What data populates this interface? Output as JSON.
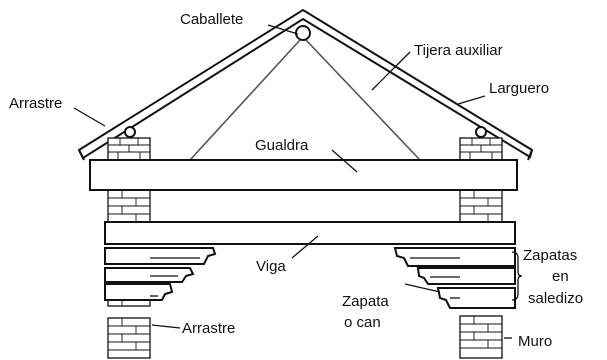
{
  "labels": {
    "caballete": "Caballete",
    "tijera_auxiliar": "Tijera auxiliar",
    "larguero": "Larguero",
    "arrastre_top": "Arrastre",
    "gualdra": "Gualdra",
    "viga": "Viga",
    "zapatas_line1": "Zapatas",
    "zapatas_line2": "en",
    "zapatas_line3": "saledizo",
    "zapata_line1": "Zapata",
    "zapata_line2": "o can",
    "arrastre_bottom": "Arrastre",
    "muro": "Muro"
  },
  "colors": {
    "ink": "#111111",
    "paper": "#ffffff"
  }
}
